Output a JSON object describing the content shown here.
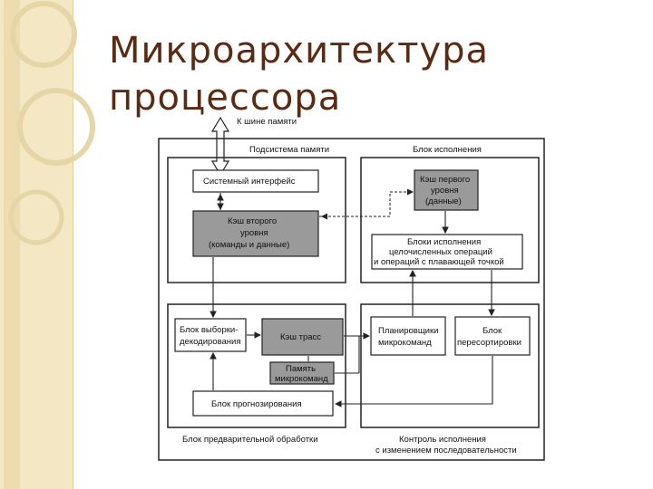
{
  "slide": {
    "title_line1": "Микроархитектура",
    "title_line2": "процессора"
  },
  "diagram": {
    "memory_bus": "К шине памяти",
    "memory_subsystem": "Подсистема памяти",
    "execution_unit": "Блок исполнения",
    "system_interface": "Системный интерфейс",
    "l2_cache": [
      "Кэш второго",
      "уровня",
      "(команды и данные)"
    ],
    "l1_cache": [
      "Кэш первого",
      "уровня",
      "(данные)"
    ],
    "exec_units": [
      "Блоки исполнения",
      "целочисленных операций",
      "и операций с плавающей точкой"
    ],
    "fetch_decode": [
      "Блок выборки-",
      "декодирования"
    ],
    "trace_cache": "Кэш трасс",
    "microcode_rom": [
      "Память",
      "микрокоманд"
    ],
    "schedulers": [
      "Планировщики",
      "микрокоманд"
    ],
    "reorder": [
      "Блок",
      "пересортировки"
    ],
    "branch_predictor": "Блок прогнозирования",
    "frontend": "Блок предварительной обработки",
    "ooo_control": [
      "Контроль исполнения",
      "с изменением последовательности"
    ]
  }
}
